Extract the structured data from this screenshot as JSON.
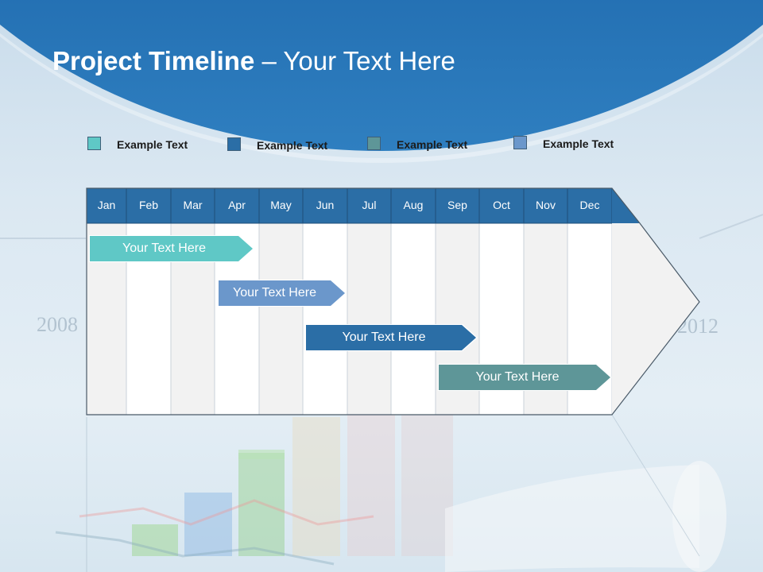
{
  "title": {
    "bold": "Project Timeline",
    "rest": " – Your Text Here"
  },
  "colors": {
    "teal": "#5fc8c6",
    "dark_blue": "#2b6ea6",
    "slate_teal": "#5e9698",
    "light_blue": "#6b97cb",
    "header": "#2b6ea6",
    "column_shade": "#f2f2f2",
    "column_light": "#ffffff"
  },
  "legend": [
    {
      "label": "Example Text",
      "color": "#5fc8c6"
    },
    {
      "label": "Example Text",
      "color": "#2b6ea6"
    },
    {
      "label": "Example Text",
      "color": "#5e9698"
    },
    {
      "label": "Example Text",
      "color": "#6b97cb"
    }
  ],
  "months": [
    "Jan",
    "Feb",
    "Mar",
    "Apr",
    "May",
    "Jun",
    "Jul",
    "Aug",
    "Sep",
    "Oct",
    "Nov",
    "Dec"
  ],
  "bars": [
    {
      "label": "Your  Text Here",
      "color": "#5fc8c6"
    },
    {
      "label": "Your  Text Here",
      "color": "#6b97cb"
    },
    {
      "label": "Your  Text Here",
      "color": "#2b6ea6"
    },
    {
      "label": "Your  Text Here",
      "color": "#5e9698"
    }
  ],
  "background_text": {
    "left_year": "2008",
    "right_year": "2012"
  }
}
